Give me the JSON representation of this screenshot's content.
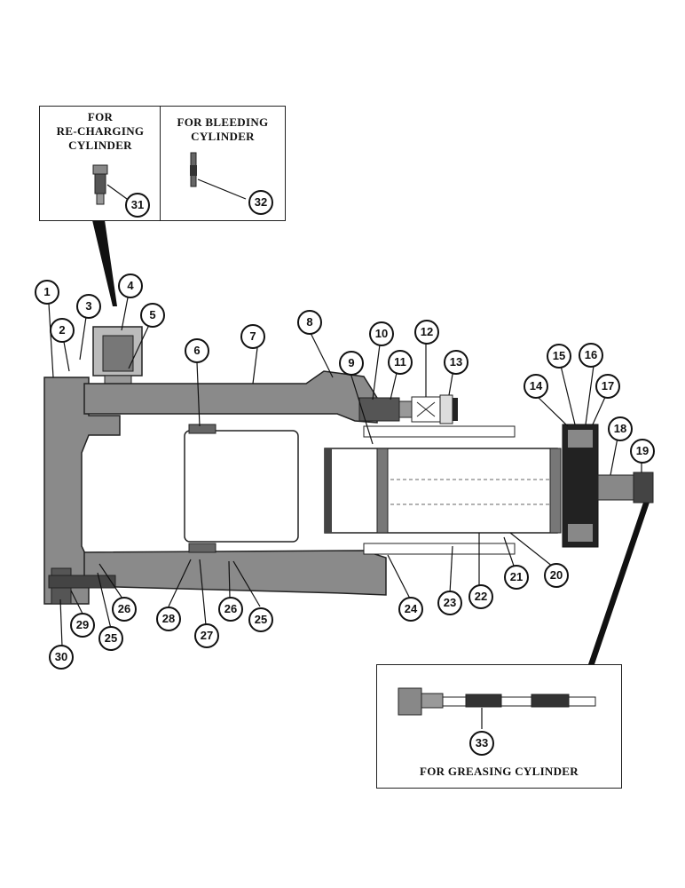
{
  "insets": {
    "recharging": {
      "label": "FOR\nRE-CHARGING\nCYLINDER"
    },
    "bleeding": {
      "label": "FOR BLEEDING\nCYLINDER"
    },
    "greasing": {
      "label": "FOR GREASING CYLINDER"
    }
  },
  "callouts": [
    "1",
    "2",
    "3",
    "4",
    "5",
    "6",
    "7",
    "8",
    "9",
    "10",
    "11",
    "12",
    "13",
    "14",
    "15",
    "16",
    "17",
    "18",
    "19",
    "20",
    "21",
    "22",
    "23",
    "24",
    "25",
    "26",
    "27",
    "28",
    "29",
    "30",
    "31",
    "32",
    "33"
  ],
  "callout_labels": {
    "c1": "1",
    "c2": "2",
    "c3": "3",
    "c4": "4",
    "c5": "5",
    "c6": "6",
    "c7": "7",
    "c8": "8",
    "c9": "9",
    "c10": "10",
    "c11": "11",
    "c12": "12",
    "c13": "13",
    "c14": "14",
    "c15": "15",
    "c16": "16",
    "c17": "17",
    "c18": "18",
    "c19": "19",
    "c20": "20",
    "c21": "21",
    "c22": "22",
    "c23": "23",
    "c24": "24",
    "c25a": "25",
    "c25b": "25",
    "c26a": "26",
    "c26b": "26",
    "c27": "27",
    "c28": "28",
    "c29": "29",
    "c30": "30",
    "c31": "31",
    "c32": "32",
    "c33": "33"
  },
  "colors": {
    "ink": "#111111",
    "body_shade": "#8a8a8a",
    "dark_shade": "#3a3a3a"
  }
}
